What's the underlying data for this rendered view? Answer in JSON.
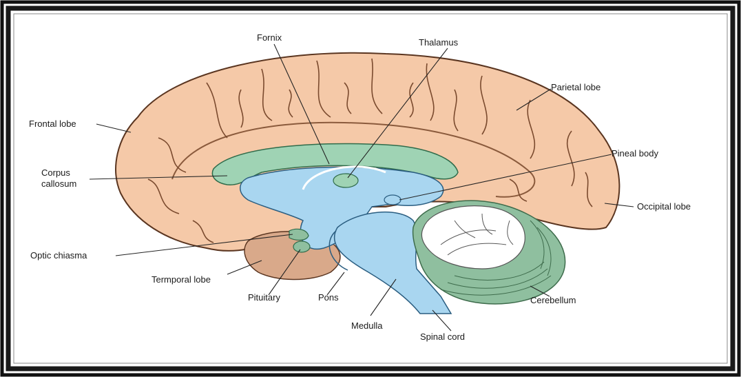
{
  "labels": {
    "fornix": "Fornix",
    "thalamus": "Thalamus",
    "parietal_lobe": "Parietal lobe",
    "frontal_lobe": "Frontal lobe",
    "pineal_body": "Pineal body",
    "corpus_callosum_line1": "Corpus",
    "corpus_callosum_line2": "callosum",
    "occipital_lobe": "Occipital lobe",
    "optic_chiasma": "Optic chiasma",
    "temporal_lobe": "Termporal lobe",
    "pituitary": "Pituitary",
    "pons": "Pons",
    "cerebellum": "Cerebellum",
    "medulla": "Medulla",
    "spinal_cord": "Spinal cord"
  },
  "colors": {
    "cortex": "#f5c9a8",
    "sulcus": "#7a4a2e",
    "corpus_callosum": "#9fd3b4",
    "brainstem": "#a9d6f0",
    "cerebellum": "#8fbf9f",
    "arbor_vitae": "#ffffff",
    "frame": "#111111"
  }
}
